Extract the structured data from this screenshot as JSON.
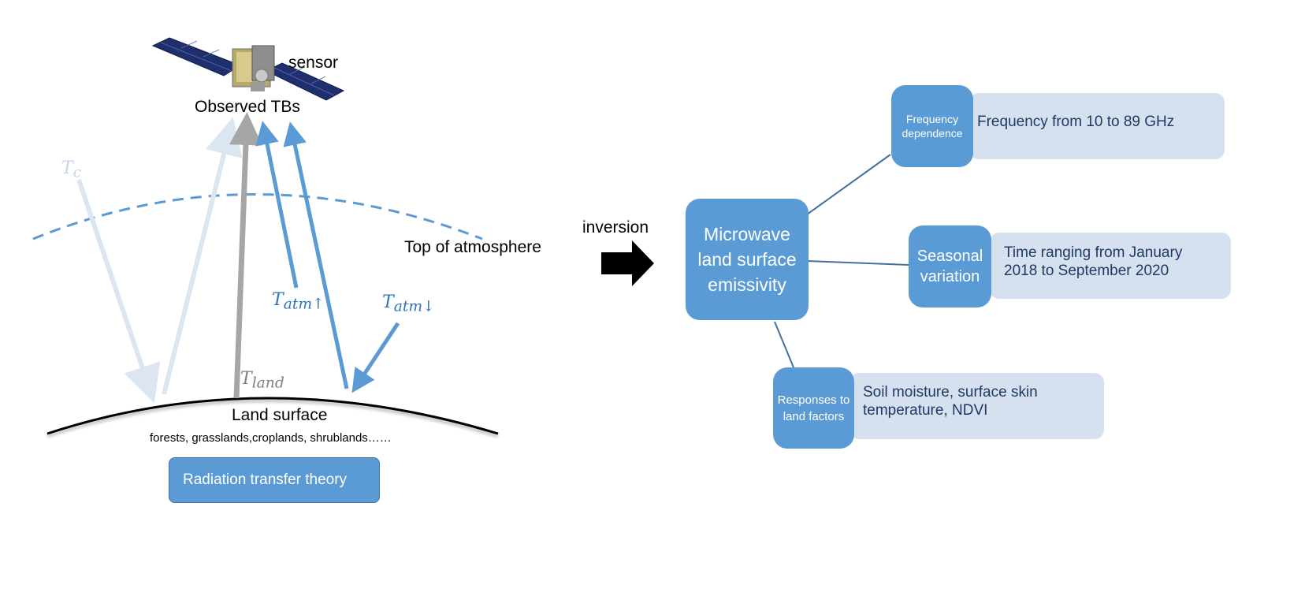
{
  "left_panel": {
    "sensor_label": "sensor",
    "observed_label": "Observed TBs",
    "tc_symbol": "T",
    "tc_sub": "c",
    "tatm_up_symbol": "T",
    "tatm_up_sub": "atm↑",
    "tatm_down_symbol": "T",
    "tatm_down_sub": "atm↓",
    "tland_symbol": "T",
    "tland_sub": "land",
    "toa_label": "Top of atmosphere",
    "land_surface_label": "Land surface",
    "land_types_label": "forests, grasslands,croplands, shrublands……",
    "theory_button": "Radiation transfer theory"
  },
  "middle": {
    "inversion_label": "inversion"
  },
  "right_panel": {
    "center_node": "Microwave land surface emissivity",
    "branches": [
      {
        "node": "Frequency dependence",
        "detail": "Frequency from 10 to 89 GHz"
      },
      {
        "node": "Seasonal variation",
        "detail": "Time ranging from January 2018 to September 2020"
      },
      {
        "node": "Responses to land factors",
        "detail": "Soil moisture, surface skin temperature, NDVI"
      }
    ]
  },
  "colors": {
    "node_blue": "#5b9bd5",
    "detail_fill": "#d6e1f0",
    "arrow_light": "#dce6f2",
    "arrow_gray": "#a6a6a6",
    "arrow_blue": "#5b9bd5"
  }
}
